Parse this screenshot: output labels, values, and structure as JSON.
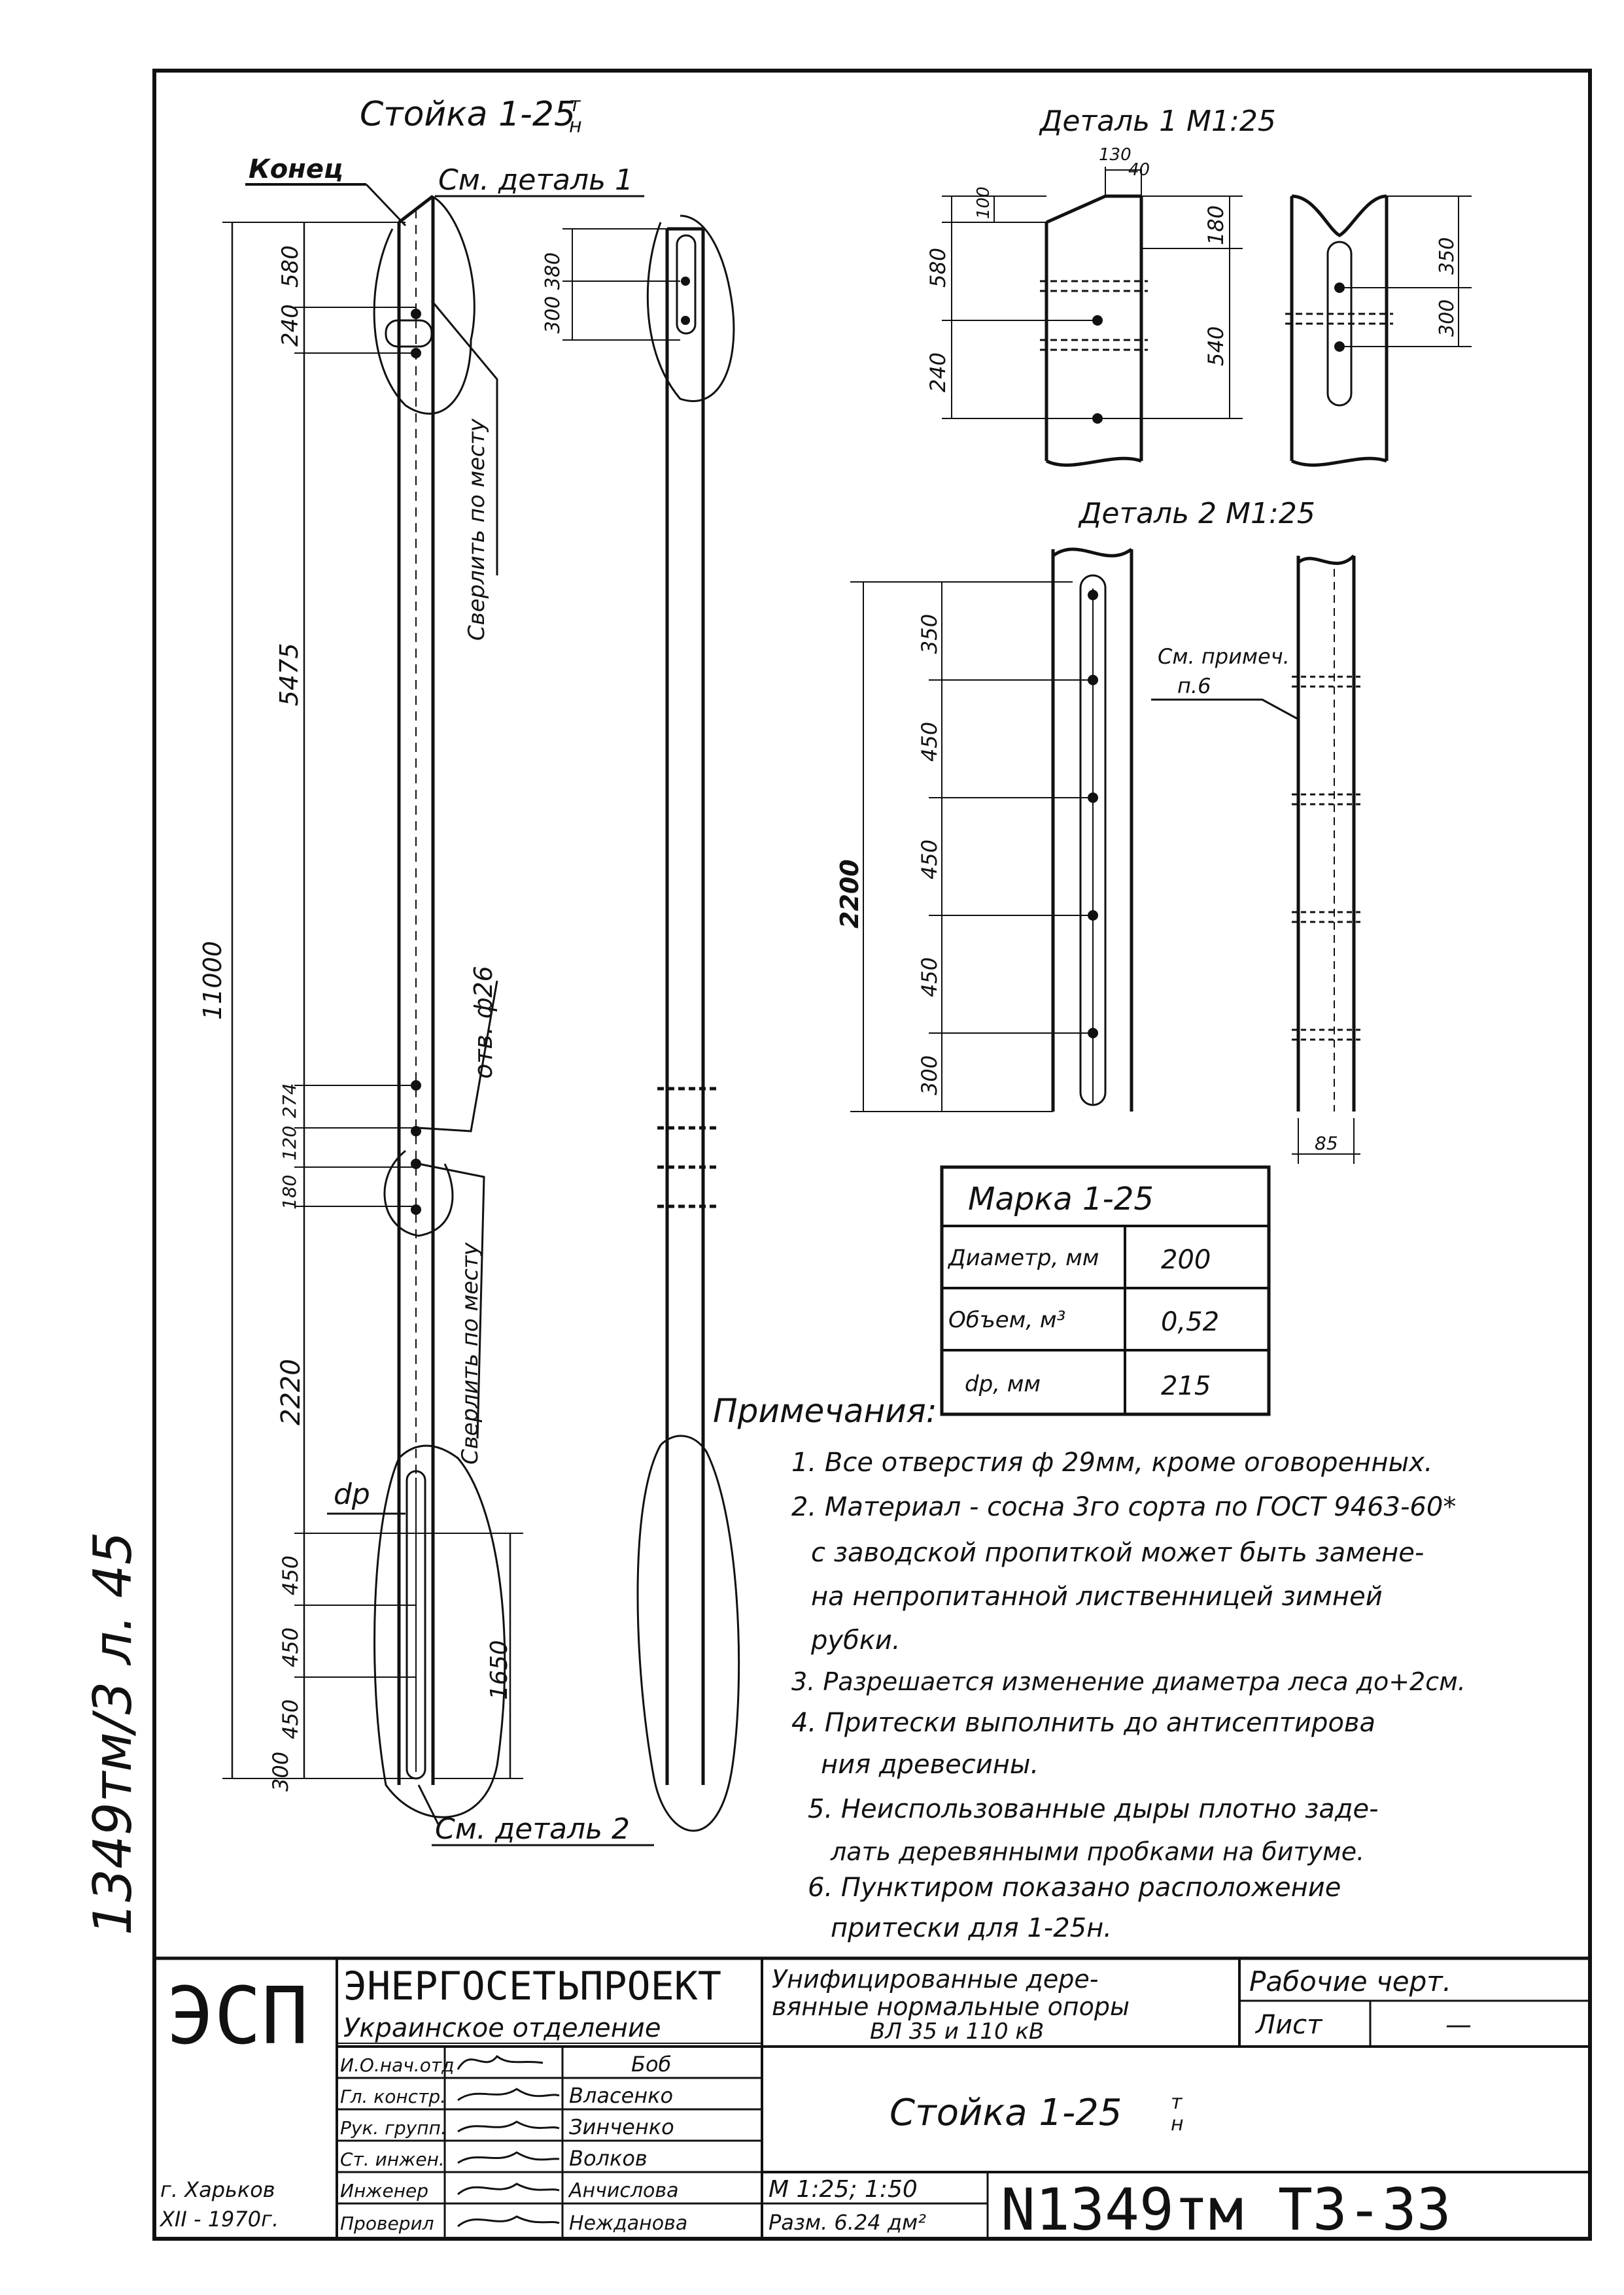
{
  "drawing": {
    "main_title": "Стойка  1-25",
    "main_title_sup": "т",
    "main_title_sub": "н",
    "label_konets": "Конец",
    "label_see_detail1": "См. деталь 1",
    "label_see_detail2": "См. деталь 2",
    "label_drill_on_site_1": "Сверлить по месту",
    "label_drill_on_site_2": "Сверлить по месту",
    "label_hole": "отв. ф26",
    "label_dp": "dр",
    "dims": {
      "total": "11000",
      "d580": "580",
      "d240": "240",
      "d5475": "5475",
      "d274": "274",
      "d120": "120",
      "d180": "180",
      "d2220": "2220",
      "d450a": "450",
      "d450b": "450",
      "d450c": "450",
      "d300": "300",
      "d1650": "1650",
      "d300_380": "300 380"
    }
  },
  "detail1": {
    "title": "Деталь 1   М1:25",
    "d130": "130",
    "d40": "40",
    "d100": "100",
    "d580": "580",
    "d240": "240",
    "d180": "180",
    "d540": "540",
    "d350": "350",
    "d300": "300"
  },
  "detail2": {
    "title": "Деталь 2   М1:25",
    "d350": "350",
    "d450a": "450",
    "d450b": "450",
    "d450c": "450",
    "d300": "300",
    "d2200": "2200",
    "note_ref_1": "См. примеч.",
    "note_ref_2": "п.6",
    "d85": "85"
  },
  "spec_table": {
    "header": "Марка  1-25",
    "rows": [
      {
        "label": "Диаметр, мм",
        "value": "200"
      },
      {
        "label": "Объем, м³",
        "value": "0,52"
      },
      {
        "label": "dр, мм",
        "value": "215"
      }
    ]
  },
  "notes": {
    "heading": "Примечания:",
    "lines": [
      "1. Все отверстия ф 29мм, кроме оговоренных.",
      "2. Материал - сосна 3го сорта по ГОСТ 9463-60*",
      "с заводской пропиткой может быть замене-",
      "на непропитанной лиственницей зимней",
      "рубки.",
      "3. Разрешается изменение диаметра леса до+2см.",
      "4. Притески выполнить до антисептирова",
      "ния древесины.",
      "5. Неиспользованные дыры плотно заде-",
      "лать деревянными пробками на битуме.",
      "6. Пунктиром показано расположение",
      "притески для 1-25н."
    ]
  },
  "margin_stamp": "1349тм/3 л. 45",
  "title_block": {
    "logo": "ЭСП",
    "org_name": "ЭНЕРГОСЕТЬПРОЕКТ",
    "org_branch": "Украинское отделение",
    "project_line1": "Унифицированные дере-",
    "project_line2": "вянные нормальные опоры",
    "project_line3": "ВЛ 35 и 110 кВ",
    "stage": "Рабочие черт.",
    "sheet_label": "Лист",
    "sheet_value": "—",
    "staff": [
      {
        "role": "И.О.нач.отд",
        "name": "Боб"
      },
      {
        "role": "Гл. констр.",
        "name": "Власенко"
      },
      {
        "role": "Рук. групп.",
        "name": "Зинченко"
      },
      {
        "role": "Ст. инжен.",
        "name": "Волков"
      },
      {
        "role": "Инженер",
        "name": "Анчислова"
      },
      {
        "role": "Проверил",
        "name": "Нежданова"
      }
    ],
    "drawing_title": "Стойка   1-25",
    "drawing_title_sup": "т",
    "drawing_title_sub": "н",
    "scale": "М 1:25; 1:50",
    "size": "Разм. 6.24 дм²",
    "doc_number": "N1349тм ТЗ-33",
    "city": "г. Харьков",
    "date": "XII - 1970г."
  }
}
